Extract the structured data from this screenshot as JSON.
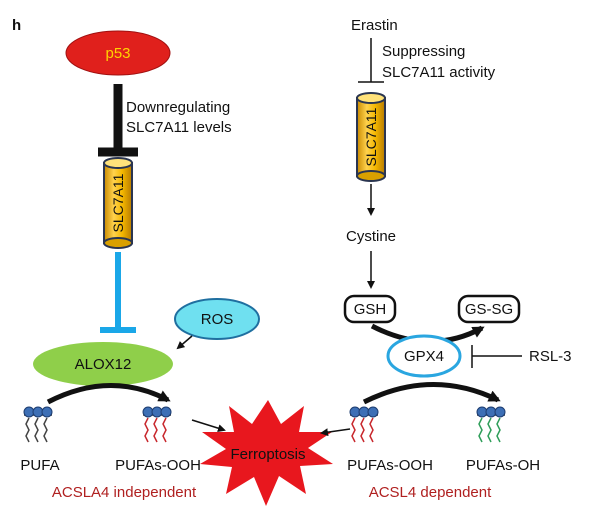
{
  "panel_label": "h",
  "left": {
    "p53": "p53",
    "arrow_label_1": "Downregulating",
    "arrow_label_2": "SLC7A11 levels",
    "transporter": "SLC7A11",
    "ros": "ROS",
    "alox12": "ALOX12",
    "pufa": "PUFA",
    "pufas_ooh": "PUFAs-OOH",
    "pathway": "ACSLA4 independent"
  },
  "right": {
    "erastin": "Erastin",
    "arrow_label_1": "Suppressing",
    "arrow_label_2": "SLC7A11 activity",
    "transporter": "SLC7A11",
    "cystine": "Cystine",
    "gsh": "GSH",
    "gssg": "GS-SG",
    "gpx4": "GPX4",
    "rsl3": "RSL-3",
    "pufas_ooh": "PUFAs-OOH",
    "pufas_oh": "PUFAs-OH",
    "pathway": "ACSL4 dependent"
  },
  "center": {
    "ferroptosis": "Ferroptosis"
  },
  "colors": {
    "p53": "#e0201c",
    "p53_text": "#ffd400",
    "transporter": "#f5b800",
    "inhibit_blue": "#1aa7e8",
    "ros": "#6fe0f0",
    "alox12": "#8fcf4a",
    "gpx4_ring": "#2aa6e0",
    "lipid_head": "#3d6fb5",
    "tail_red": "#c8282d",
    "tail_green": "#2f9e5a",
    "ferroptosis": "#e8171e",
    "pathway_text": "#b02020"
  }
}
